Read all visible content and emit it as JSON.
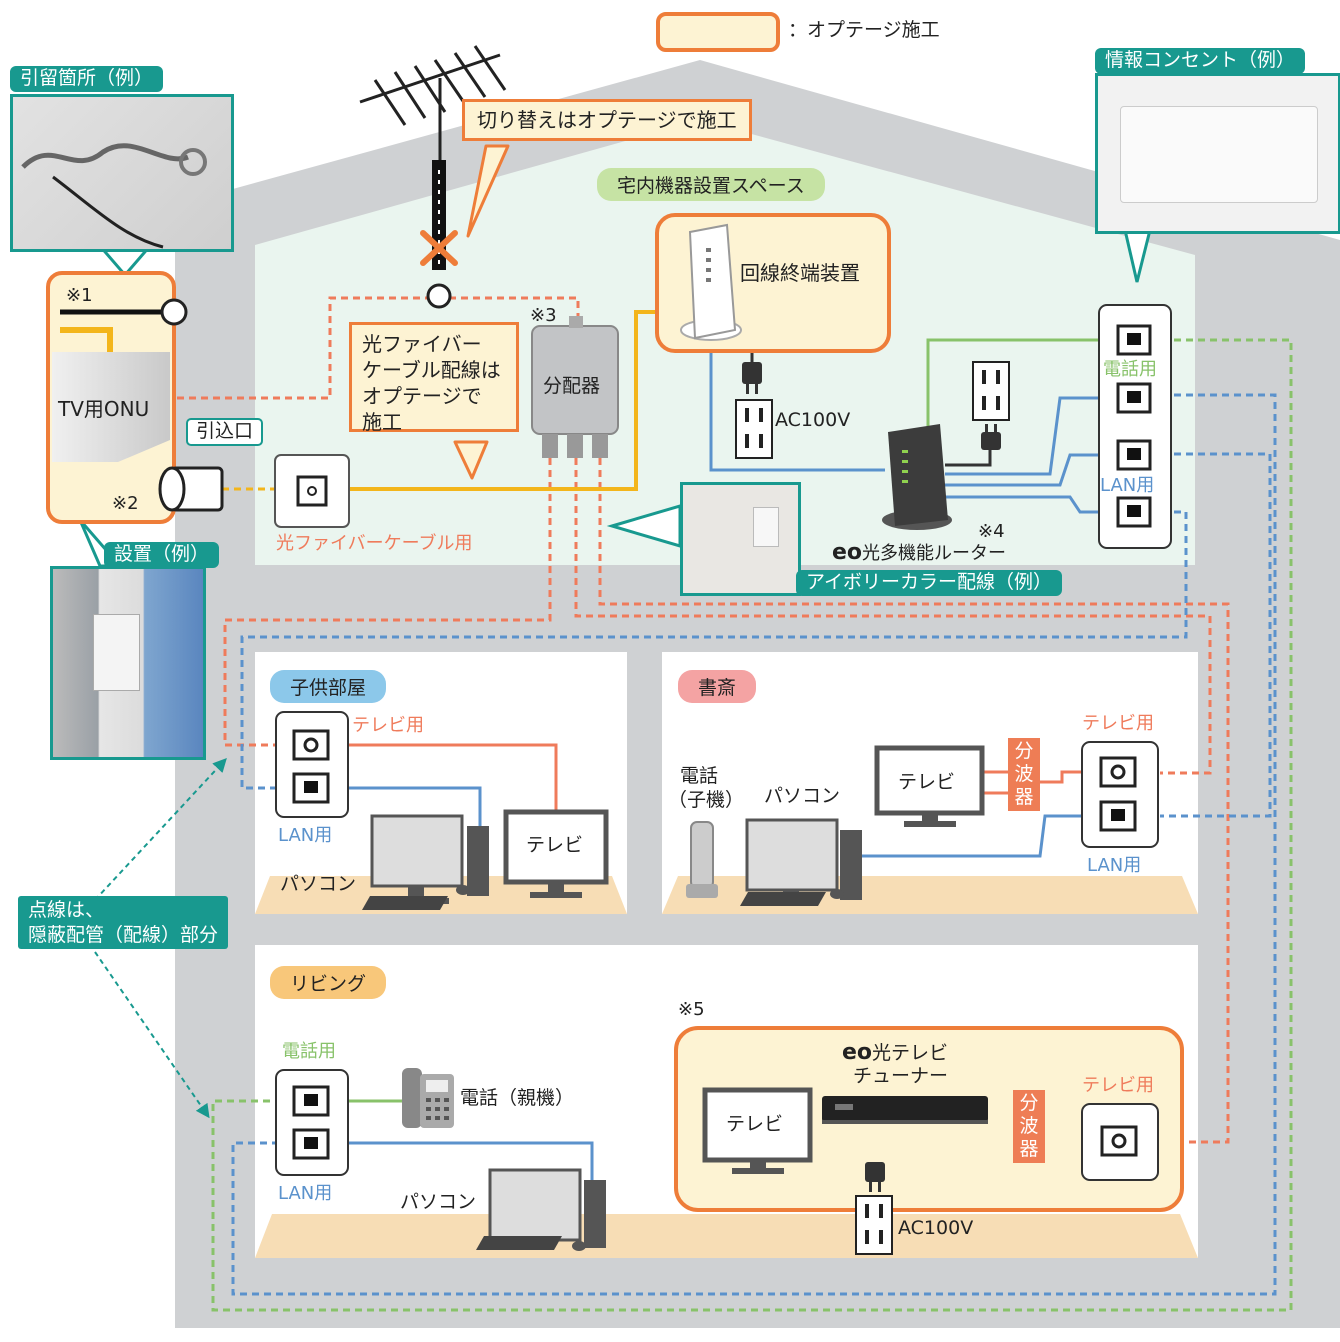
{
  "legend": {
    "label": "：オプテージ施工",
    "swatch_fill": "#fdf3d3",
    "swatch_border": "#ee7d39"
  },
  "callouts": {
    "switch_note": "切り替えはオプテージで施工",
    "fiber_note_lines": [
      "光ファイバー",
      "ケーブル配線は",
      "オプテージで",
      "施工"
    ]
  },
  "photo_tags": {
    "hikitome": "引留箇所（例）",
    "setchi": "設置（例）",
    "info_outlet": "情報コンセント（例）",
    "ivory": "アイボリーカラー配線（例）"
  },
  "zones": {
    "equipment_space": "宅内機器設置スペース",
    "rooms": {
      "kids": "子供部屋",
      "study": "書斎",
      "living": "リビング"
    }
  },
  "devices": {
    "tv_onu": "TV用ONU",
    "hikikomi": "引込口",
    "fiber_outlet": "光ファイバーケーブル用",
    "splitter": "分配器",
    "ont": "回線終端装置",
    "ac_top": "AC100V",
    "router_brand": "eo",
    "router_name": "光多機能ルーター",
    "tv_tuner_brand": "eo",
    "tv_tuner_name": "光テレビ",
    "tv_tuner_name2": "チューナー",
    "ac_bottom": "AC100V"
  },
  "notes": {
    "n1": "※1",
    "n2": "※2",
    "n3": "※3",
    "n4": "※4",
    "n5": "※5"
  },
  "labels": {
    "phone_use": "電話用",
    "lan_use": "LAN用",
    "tv_use": "テレビ用",
    "tv": "テレビ",
    "pc": "パソコン",
    "phone_handset_line1": "電話",
    "phone_handset_line2": "（子機）",
    "phone_base": "電話（親機）",
    "diplexer": [
      "分",
      "波",
      "器"
    ]
  },
  "dotted_note": [
    "点線は、",
    "隠蔽配管（配線）部分"
  ],
  "colors": {
    "coax": "#ef7b5b",
    "lan": "#5b92cc",
    "phone": "#88c26a",
    "fiber": "#f3b51b",
    "frame": "#ee7d39",
    "teal": "#18998f",
    "house": "#cfd1d3",
    "room_bg": "#ffffff",
    "space_bg": "#eaf5ef"
  }
}
